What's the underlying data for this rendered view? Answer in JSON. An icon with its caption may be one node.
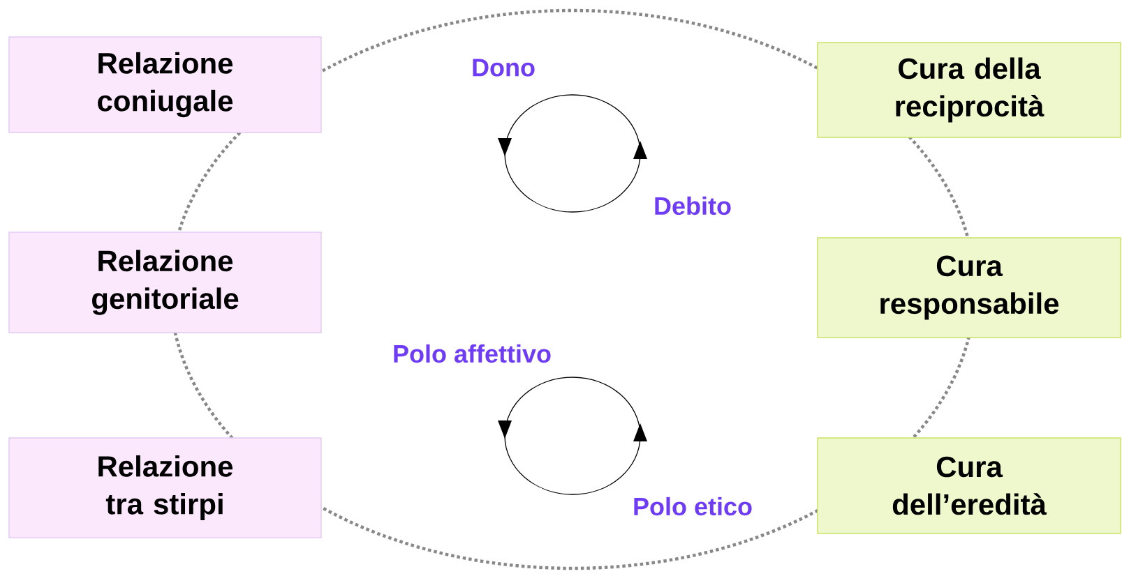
{
  "diagram": {
    "nodes": [
      {
        "text": [
          "Relazione coniugale"
        ]
      },
      {
        "text": [
          "Cura della reciprocità"
        ]
      },
      {
        "text": [
          "Relazione genitoriale"
        ]
      },
      {
        "text": [
          "Cura responsabile"
        ]
      },
      {
        "text": [
          "Relazione tra stirpi"
        ]
      },
      {
        "text": [
          "Cura dell’eredità"
        ]
      }
    ],
    "labels": [
      "Dono",
      "Debito",
      "Polo affettivo",
      "Polo etico"
    ]
  }
}
